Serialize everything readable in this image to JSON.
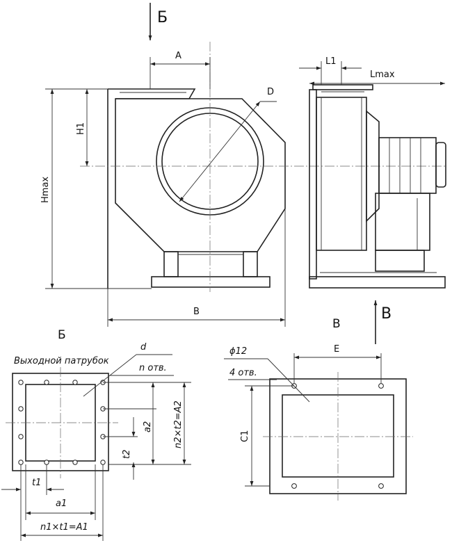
{
  "labels": {
    "view_b_arrow": "Б",
    "view_v_arrow": "В",
    "view_b_title": "Б",
    "view_v_title": "В",
    "dim_A": "A",
    "dim_D": "D",
    "dim_H1": "H1",
    "dim_Hmax": "Hmax",
    "dim_B": "B",
    "dim_L1": "L1",
    "dim_Lmax": "Lmax",
    "outlet_caption": "Выходной патрубок",
    "dim_d": "d",
    "holes_n": "n отв.",
    "dim_a2": "a2",
    "dim_t2": "t2",
    "dim_n2t2": "n2×t2=A2",
    "dim_t1": "t1",
    "dim_a1": "a1",
    "dim_n1t1": "n1×t1=A1",
    "dim_phi12": "ϕ12",
    "holes_4": "4 отв.",
    "dim_E": "E",
    "dim_C1": "C1"
  }
}
